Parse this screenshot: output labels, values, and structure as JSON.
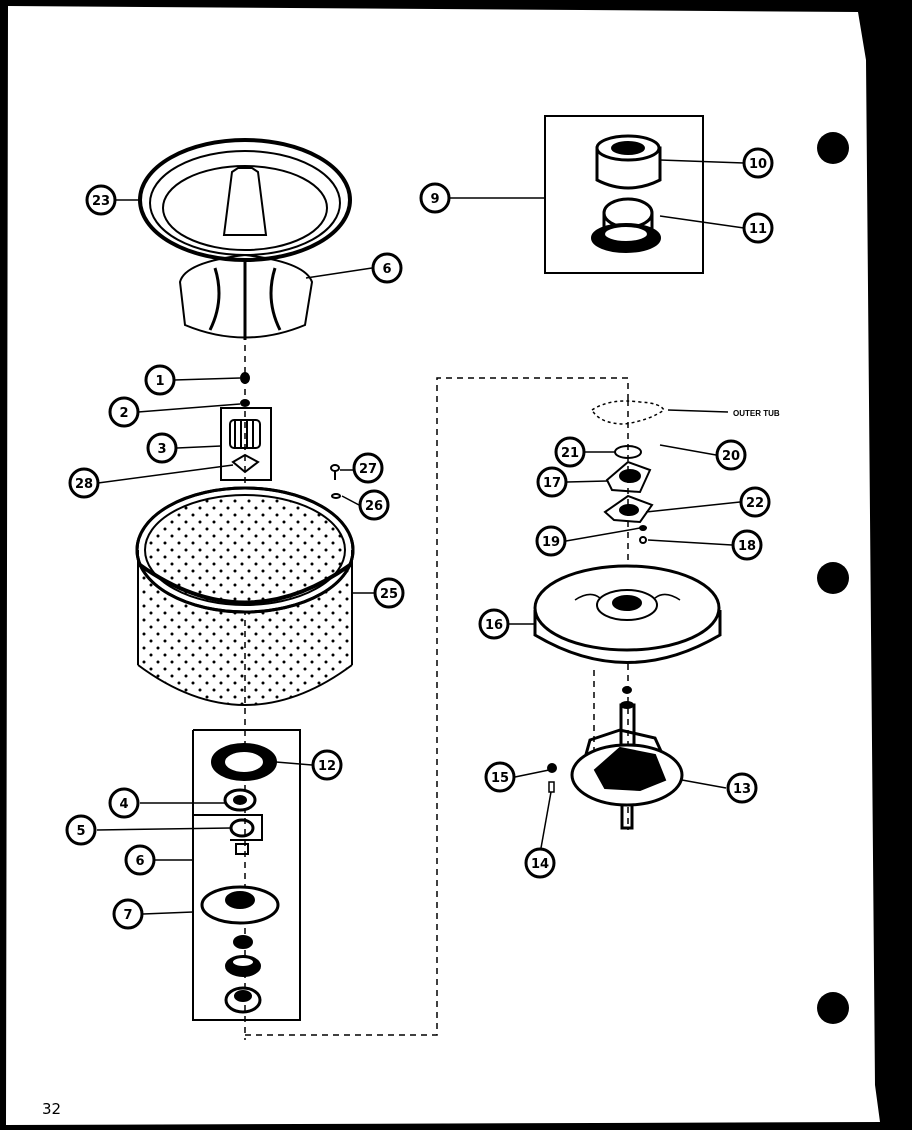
{
  "page_number": "32",
  "annotation": "OUTER TUB",
  "callouts": {
    "c1": "1",
    "c2": "2",
    "c3": "3",
    "c4": "4",
    "c5": "5",
    "c6a": "6",
    "c6b": "6",
    "c7": "7",
    "c9": "9",
    "c10": "10",
    "c11": "11",
    "c12": "12",
    "c13": "13",
    "c14": "14",
    "c15": "15",
    "c16": "16",
    "c17": "17",
    "c18": "18",
    "c19": "19",
    "c20": "20",
    "c21": "21",
    "c22": "22",
    "c23": "23",
    "c25": "25",
    "c26": "26",
    "c27": "27",
    "c28": "28"
  },
  "colors": {
    "background": "#000000",
    "paper": "#ffffff",
    "ink": "#000000"
  }
}
